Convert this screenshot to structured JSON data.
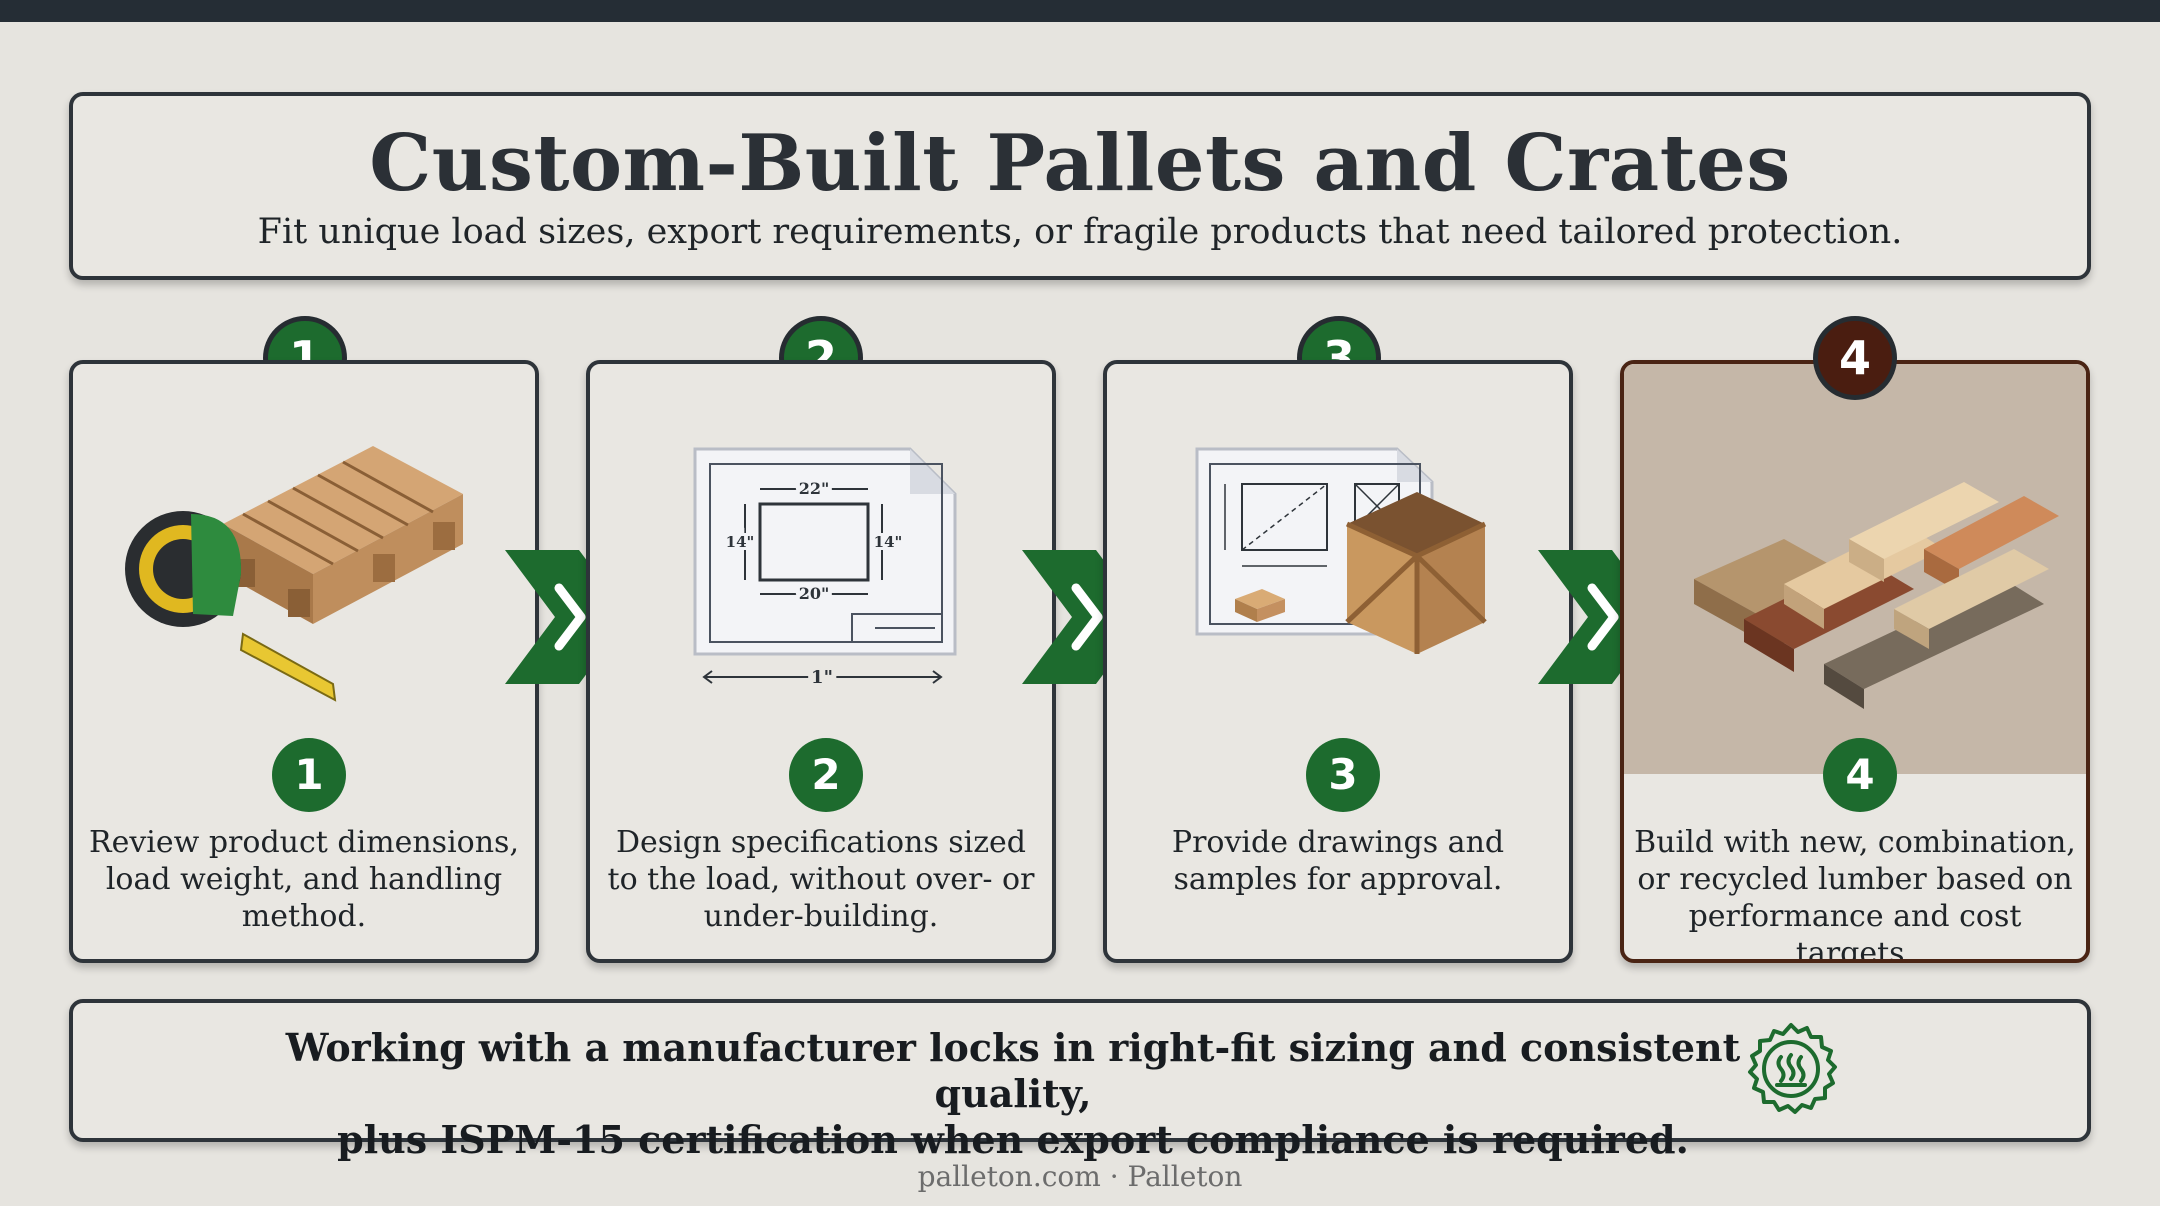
{
  "header": {
    "title": "Custom-Built Pallets and Crates",
    "subtitle": "Fit unique load sizes, export requirements, or fragile products that need tailored protection."
  },
  "steps": [
    {
      "number": "1",
      "text": "Review product dimensions, load weight, and handling method.",
      "icon": "pallet-and-tape-measure"
    },
    {
      "number": "2",
      "text": "Design specifications sized to the load, without over- or under-building.",
      "icon": "blueprint-drawing"
    },
    {
      "number": "3",
      "text": "Provide drawings and samples for approval.",
      "icon": "drawing-and-crate"
    },
    {
      "number": "4",
      "text": "Build with new, combination, or recycled lumber based on performance and cost targets.",
      "icon": "lumber-stack"
    }
  ],
  "blueprint": {
    "top_dim": "22\"",
    "left_dim": "14\"",
    "right_dim": "14\"",
    "bottom_dim": "20\"",
    "base_dim": "1\""
  },
  "footer": {
    "line1": "Working with a manufacturer locks in right-fit sizing and consistent quality,",
    "line2": "plus ISPM-15 certification when export compliance is required.",
    "icon": "heat-treatment-seal"
  },
  "credit": "palleton.com · Palleton",
  "colors": {
    "accent_green": "#1d6b2e",
    "dark_brown": "#4a1d10",
    "background": "#e6e4df",
    "border": "#2e343a"
  }
}
